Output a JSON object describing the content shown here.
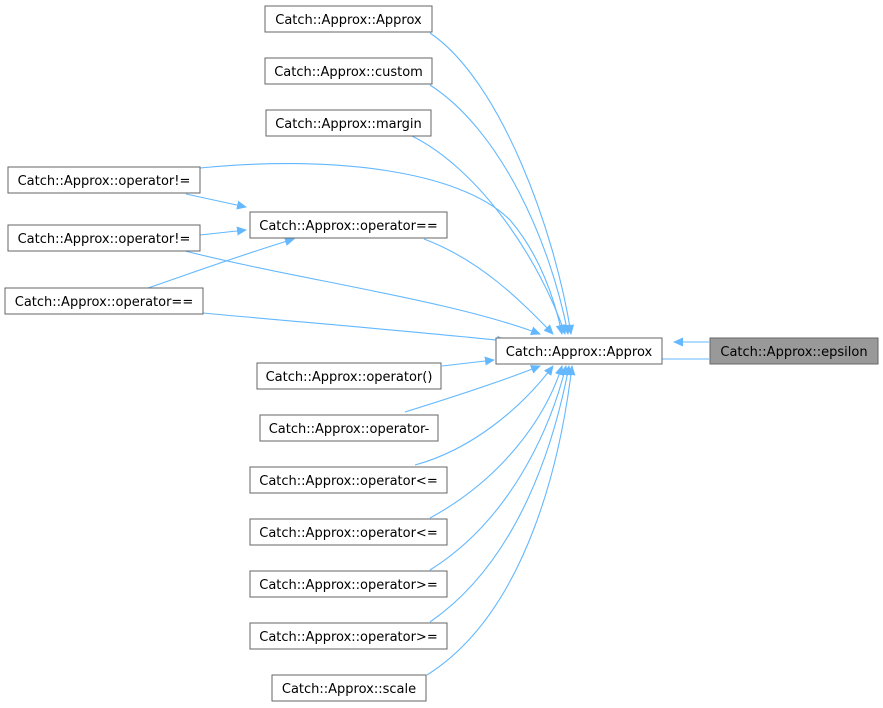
{
  "colors": {
    "edge": "#63b8ff",
    "node_border": "#666666",
    "node_fill": "#ffffff",
    "root_fill": "#999999"
  },
  "nodes": {
    "epsilon": "Catch::Approx::epsilon",
    "approx_main": "Catch::Approx::Approx",
    "approx_ctor": "Catch::Approx::Approx",
    "custom": "Catch::Approx::custom",
    "margin": "Catch::Approx::margin",
    "op_neq_1": "Catch::Approx::operator!=",
    "op_neq_2": "Catch::Approx::operator!=",
    "op_eq_mid": "Catch::Approx::operator==",
    "op_eq_left": "Catch::Approx::operator==",
    "op_call": "Catch::Approx::operator()",
    "op_minus": "Catch::Approx::operator-",
    "op_le_1": "Catch::Approx::operator<=",
    "op_le_2": "Catch::Approx::operator<=",
    "op_ge_1": "Catch::Approx::operator>=",
    "op_ge_2": "Catch::Approx::operator>=",
    "scale": "Catch::Approx::scale"
  },
  "edges": [
    {
      "from": "approx_main",
      "to": "epsilon"
    },
    {
      "from": "epsilon",
      "to": "approx_main"
    },
    {
      "from": "approx_ctor",
      "to": "approx_main"
    },
    {
      "from": "custom",
      "to": "approx_main"
    },
    {
      "from": "margin",
      "to": "approx_main"
    },
    {
      "from": "op_neq_1",
      "to": "approx_main"
    },
    {
      "from": "op_neq_1",
      "to": "op_eq_mid"
    },
    {
      "from": "op_neq_2",
      "to": "op_eq_mid"
    },
    {
      "from": "op_neq_2",
      "to": "approx_main"
    },
    {
      "from": "op_eq_left",
      "to": "op_eq_mid"
    },
    {
      "from": "op_eq_mid",
      "to": "approx_main"
    },
    {
      "from": "op_eq_left",
      "to": "approx_main"
    },
    {
      "from": "op_call",
      "to": "approx_main"
    },
    {
      "from": "op_minus",
      "to": "approx_main"
    },
    {
      "from": "op_le_1",
      "to": "approx_main"
    },
    {
      "from": "op_le_2",
      "to": "approx_main"
    },
    {
      "from": "op_ge_1",
      "to": "approx_main"
    },
    {
      "from": "op_ge_2",
      "to": "approx_main"
    },
    {
      "from": "scale",
      "to": "approx_main"
    }
  ]
}
